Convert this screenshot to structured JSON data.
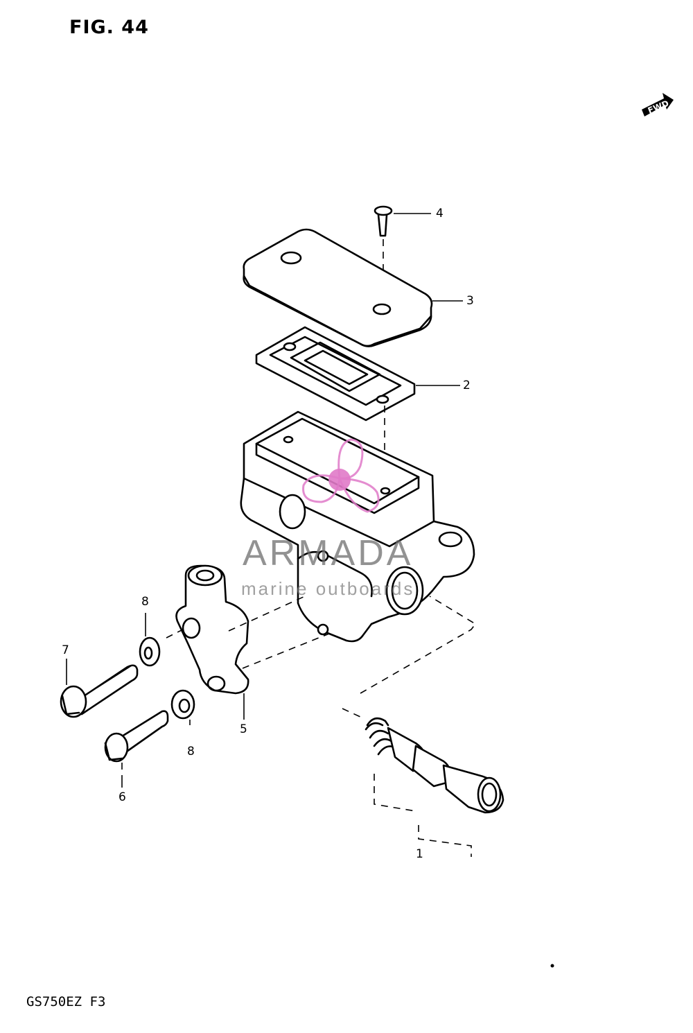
{
  "figure": {
    "title": "FIG. 44",
    "model_code": "GS750EZ  F3",
    "fwd_label": "FWD"
  },
  "callouts": [
    {
      "id": "1",
      "label": "1"
    },
    {
      "id": "2",
      "label": "2"
    },
    {
      "id": "3",
      "label": "3"
    },
    {
      "id": "4",
      "label": "4"
    },
    {
      "id": "5",
      "label": "5"
    },
    {
      "id": "6",
      "label": "6"
    },
    {
      "id": "7",
      "label": "7"
    },
    {
      "id": "8a",
      "label": "8"
    },
    {
      "id": "8b",
      "label": "8"
    }
  ],
  "watermark": {
    "brand": "ARMADA",
    "tagline": "marine outboards",
    "logo_color": "#e07ac8",
    "text_color": "#7a7a7a"
  }
}
